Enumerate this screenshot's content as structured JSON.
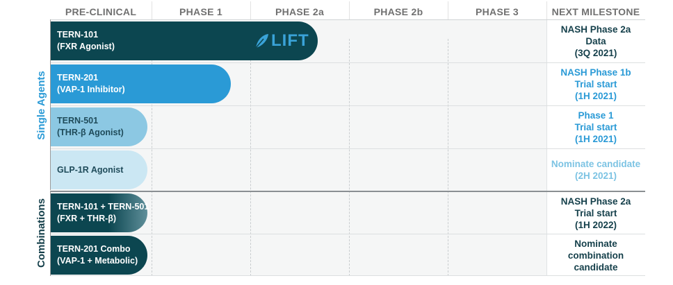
{
  "header": {
    "columns": [
      "PRE-CLINICAL",
      "PHASE 1",
      "PHASE 2a",
      "PHASE 2b",
      "PHASE 3",
      "NEXT MILESTONE"
    ]
  },
  "groups": {
    "single": "Single Agents",
    "combos": "Combinations"
  },
  "lift_label": "LIFT",
  "programs": [
    {
      "name": "TERN-101",
      "detail": "(FXR Agonist)",
      "stage_reached": "PHASE 2a",
      "color": "#0c4650",
      "milestone": [
        "NASH Phase 2a",
        "Data",
        "(3Q 2021)"
      ],
      "milestone_color": "#143f4a"
    },
    {
      "name": "TERN-201",
      "detail": "(VAP-1 Inhibitor)",
      "stage_reached": "PHASE 1",
      "color": "#2a9ad6",
      "milestone": [
        "NASH Phase 1b",
        "Trial start",
        "(1H 2021)"
      ],
      "milestone_color": "#2a9ad6"
    },
    {
      "name": "TERN-501",
      "detail": "(THR-β Agonist)",
      "stage_reached": "PRE-CLINICAL",
      "color": "#8cc8e3",
      "text_color": "#1f4b5a",
      "milestone": [
        "Phase 1",
        "Trial start",
        "(1H 2021)"
      ],
      "milestone_color": "#2a9ad6"
    },
    {
      "name": "GLP-1R Agonist",
      "detail": "",
      "stage_reached": "PRE-CLINICAL",
      "color": "#cbe7f3",
      "text_color": "#1f4b5a",
      "milestone": [
        "Nominate candidate",
        "(2H 2021)"
      ],
      "milestone_color": "#7cc3e3"
    },
    {
      "name": "TERN-101 + TERN-501",
      "detail": "(FXR + THR-β)",
      "stage_reached": "PRE-CLINICAL",
      "color": "#0c4650",
      "milestone": [
        "NASH Phase 2a",
        "Trial start",
        "(1H 2022)"
      ],
      "milestone_color": "#143f4a"
    },
    {
      "name": "TERN-201 Combo",
      "detail": "(VAP-1 + Metabolic)",
      "stage_reached": "PRE-CLINICAL",
      "color": "#0c4650",
      "milestone": [
        "Nominate",
        "combination",
        "candidate"
      ],
      "milestone_color": "#143f4a"
    }
  ]
}
